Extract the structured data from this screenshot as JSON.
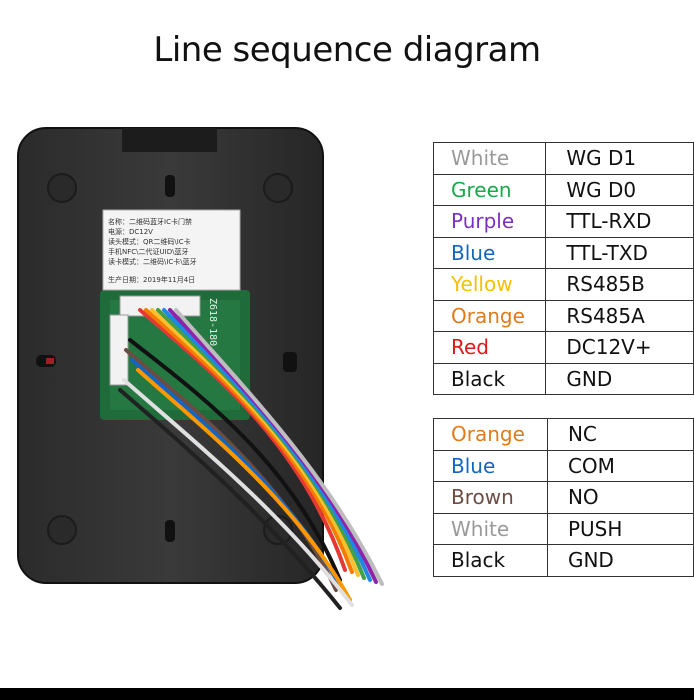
{
  "title": "Line sequence diagram",
  "label_sticker": {
    "lines": [
      "名称：二维码蓝牙IC卡门禁",
      "电源：DC12V",
      "读头模式：QR二维码\\IC卡",
      "手机NFC\\二代证UID\\蓝牙",
      "读卡模式：二维码\\IC卡\\蓝牙",
      "生产日期：2019年11月4日"
    ]
  },
  "pcb_marking": "Z618-180",
  "table_a": [
    {
      "color": "White",
      "color_hex": "#9a9a9a",
      "signal": "WG D1"
    },
    {
      "color": "Green",
      "color_hex": "#1aa84a",
      "signal": "WG D0"
    },
    {
      "color": "Purple",
      "color_hex": "#7b2fbe",
      "signal": "TTL-RXD"
    },
    {
      "color": "Blue",
      "color_hex": "#1565c0",
      "signal": "TTL-TXD"
    },
    {
      "color": "Yellow",
      "color_hex": "#f2c200",
      "signal": "RS485B"
    },
    {
      "color": "Orange",
      "color_hex": "#e07b1a",
      "signal": "RS485A"
    },
    {
      "color": "Red",
      "color_hex": "#d81b1b",
      "signal": "DC12V+"
    },
    {
      "color": "Black",
      "color_hex": "#111111",
      "signal": "GND"
    }
  ],
  "table_b": [
    {
      "color": "Orange",
      "color_hex": "#e07b1a",
      "signal": "NC"
    },
    {
      "color": "Blue",
      "color_hex": "#1565c0",
      "signal": "COM"
    },
    {
      "color": "Brown",
      "color_hex": "#6d4c41",
      "signal": "NO"
    },
    {
      "color": "White",
      "color_hex": "#9a9a9a",
      "signal": "PUSH"
    },
    {
      "color": "Black",
      "color_hex": "#111111",
      "signal": "GND"
    }
  ]
}
